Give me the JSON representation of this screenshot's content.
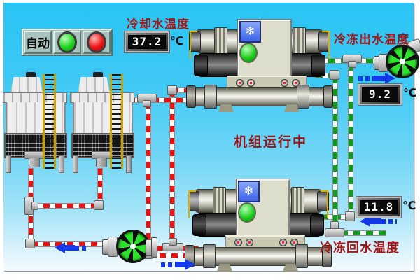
{
  "window": {
    "background_top": "#29c4f4",
    "background_bottom": "#f4fbfe"
  },
  "panel": {
    "mode_label": "自动",
    "buttons": [
      {
        "name": "run-indicator",
        "color": "#1fd41f"
      },
      {
        "name": "stop-indicator",
        "color": "#ed1515"
      }
    ]
  },
  "labels": {
    "cooling_water_temp": "冷却水温度",
    "chilled_outlet_temp": "冷冻出水温度",
    "chilled_return_temp": "冷冻回水温度",
    "unit_status": "机组运行中",
    "celsius": "℃"
  },
  "readings": {
    "cooling_water": "37.2",
    "chilled_outlet": "9.2",
    "chilled_return": "11.8"
  },
  "icons": {
    "chiller_screen": "❄",
    "pump_impeller": "impeller-fan",
    "flow_arrow": "blue-flow-arrow"
  },
  "colors": {
    "label_red": "#a81515",
    "pipe_cooling": "#e81212",
    "pipe_chilled": "#12991e",
    "flow_arrow_blue": "#1238e8",
    "indicator_green": "#1fd41f",
    "indicator_red": "#ed1515"
  }
}
